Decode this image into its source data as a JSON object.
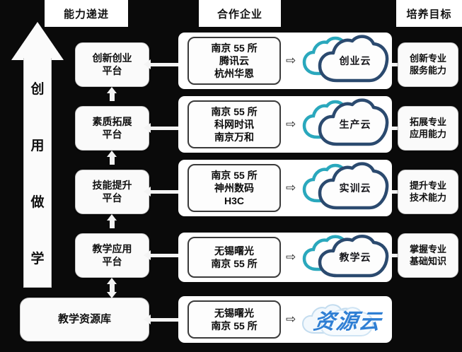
{
  "headers": {
    "ability": "能力递进",
    "partner": "合作企业",
    "goal": "培养目标"
  },
  "progression_arrow": {
    "name": "ability-progression-arrow",
    "direction": "up",
    "characters": [
      "创",
      "用",
      "做",
      "学"
    ]
  },
  "platforms": [
    {
      "line1": "创新创业",
      "line2": "平台"
    },
    {
      "line1": "素质拓展",
      "line2": "平台"
    },
    {
      "line1": "技能提升",
      "line2": "平台"
    },
    {
      "line1": "教学应用",
      "line2": "平台"
    }
  ],
  "repository": {
    "label": "教学资源库"
  },
  "rows": [
    {
      "partner_lines": [
        "南京 55 所",
        "腾讯云",
        "杭州华恩"
      ],
      "arrow_glyph": "⇨",
      "cloud_label": "创业云",
      "cloud_front_color": "#2b4a6f",
      "cloud_back_color": "#2aa8bd",
      "goal_lines": [
        "创新专业",
        "服务能力"
      ]
    },
    {
      "partner_lines": [
        "南京 55 所",
        "科网时讯",
        "南京万和"
      ],
      "arrow_glyph": "⇨",
      "cloud_label": "生产云",
      "cloud_front_color": "#2b4a6f",
      "cloud_back_color": "#2aa8bd",
      "goal_lines": [
        "拓展专业",
        "应用能力"
      ]
    },
    {
      "partner_lines": [
        "南京 55 所",
        "神州数码",
        "H3C"
      ],
      "arrow_glyph": "⇨",
      "cloud_label": "实训云",
      "cloud_front_color": "#2b4a6f",
      "cloud_back_color": "#2aa8bd",
      "goal_lines": [
        "提升专业",
        "技术能力"
      ]
    },
    {
      "partner_lines": [
        "无锡曙光",
        "南京 55 所"
      ],
      "arrow_glyph": "⇨",
      "cloud_label": "教学云",
      "cloud_front_color": "#2b4a6f",
      "cloud_back_color": "#2aa8bd",
      "goal_lines": [
        "掌握专业",
        "基础知识"
      ]
    },
    {
      "partner_lines": [
        "无锡曙光",
        "南京 55 所"
      ],
      "arrow_glyph": "⇨",
      "cloud_label": "资源云",
      "cloud_front_color": "#9ec9e8",
      "cloud_back_color": "#cfe4f4",
      "goal_lines": []
    }
  ],
  "colors": {
    "background": "#0a0a0a",
    "box_fill": "#fafafa",
    "text": "#101010",
    "logo_blue": "#2f7fd4",
    "cloud_navy": "#2b4a6f",
    "cloud_teal": "#2aa8bd"
  }
}
